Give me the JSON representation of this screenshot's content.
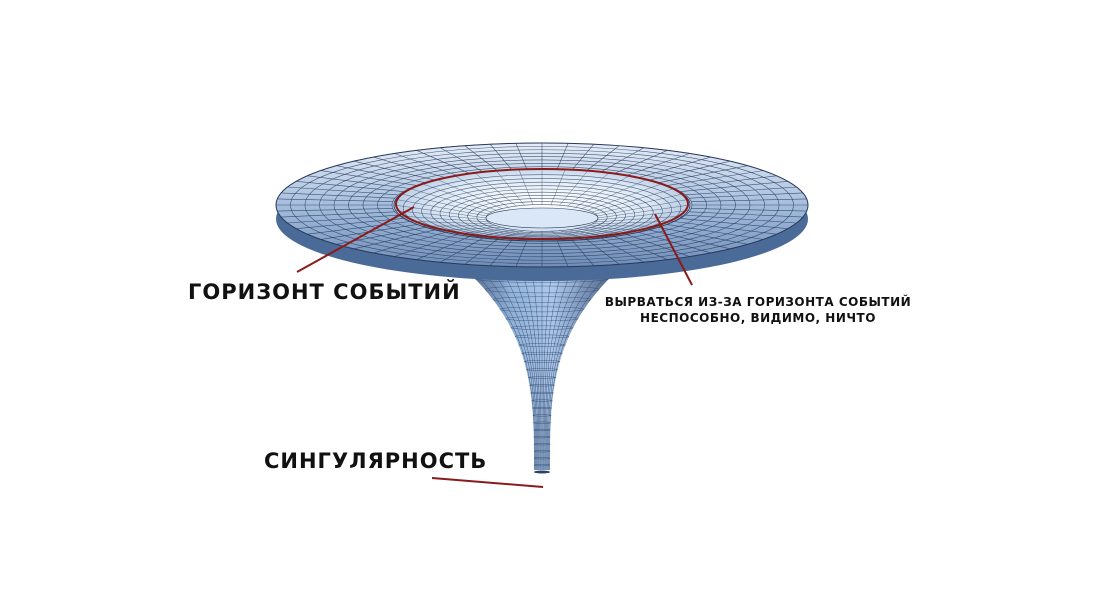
{
  "labels": {
    "event_horizon": "ГОРИЗОНТ СОБЫТИЙ",
    "singularity": "СИНГУЛЯРНОСТЬ",
    "escape_line1": "ВЫРВАТЬСЯ ИЗ-ЗА ГОРИЗОНТА СОБЫТИЙ",
    "escape_line2": "НЕСПОСОБНО, ВИДИМО, НИЧТО"
  },
  "colors": {
    "grid_line": "#2a3c5c",
    "surface_light": "#eaf2fb",
    "surface_mid": "#a9c3e2",
    "throat_dark": "#2d4468",
    "horizon_ring": "#8b1a1a",
    "leader_line": "#8b1a1a",
    "text": "#111111"
  }
}
